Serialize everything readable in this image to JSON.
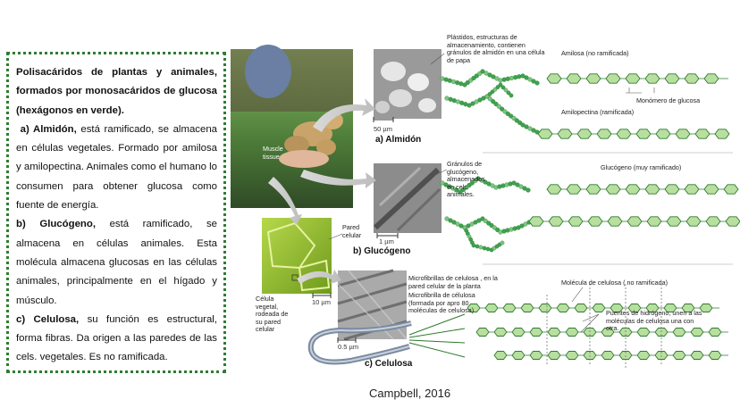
{
  "text_panel": {
    "intro": "Polisacáridos de plantas y animales, formados por monosacáridos de glucosa (hexágonos en verde).",
    "a_title": "a) Almidón,",
    "a_body": " está ramificado, se almacena en células vegetales. Formado por amilosa y amilopectina. Animales como el humano lo consumen para  obtener glucosa como fuente de energía.",
    "b_title": "b) Glucógeno,",
    "b_body": " está ramificado, se almacena en células animales. Esta molécula almacena glucosas en las células animales, principalmente en el hígado y músculo.",
    "c_title": "c) Celulosa,",
    "c_body": " su función es estructural, forma fibras. Da origen a las paredes de las cels. vegetales. Es no ramificada."
  },
  "labels": {
    "plastidos": "Plástidos, estructuras de almacenamiento, contienen gránulos de almidón en una célula de papa",
    "amilosa": "Amilosa (no ramificada)",
    "monomero": "Monómero de glucosa",
    "amilopectina": "Amilopectina (ramificada)",
    "scale_50": "50 µm",
    "almidon": "a) Almidón",
    "granulos": "Gránulos de glucógeno, almacenados en cels. animales.",
    "glucogeno_label": "Glucógeno (muy ramificado)",
    "muscle": "Muscle tissue",
    "scale_1": "1 µm",
    "glucogeno": "b) Glucógeno",
    "pared": "Pared celular",
    "microfibrillas": "Microfibrillas de celulosa , en la pared celular de la planta",
    "microfibrilla": "Microfibrilla de célulosa (formada por apro 80 moléculas de celulosa)",
    "molecula": "Molécula de celulosa ( no ramificada)",
    "celula_vegetal": "Célula vegetal, rodeada de su pared celular",
    "scale_10": "10 µm",
    "puentes": "Puentes de hidrógeno, unen a las moléculas de celulosa una con otra.",
    "scale_05": "0.5 µm",
    "celulosa": "c) Celulosa"
  },
  "citation": "Campbell, 2016",
  "colors": {
    "border": "#2e7d32",
    "hexagon_fill": "#b9dfa0",
    "hexagon_stroke": "#2f7a2f",
    "bead": "#3fa34d",
    "chain": "#1f6b2c"
  }
}
